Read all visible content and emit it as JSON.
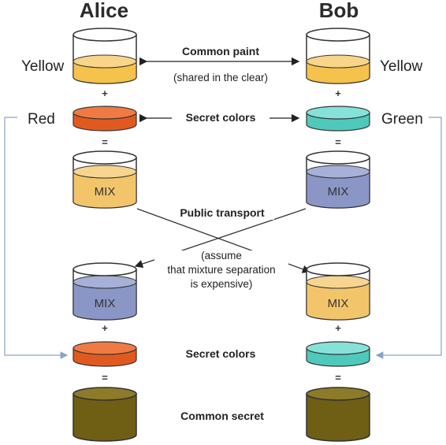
{
  "participants": {
    "alice": "Alice",
    "bob": "Bob"
  },
  "labels": {
    "yellow_left": "Yellow",
    "yellow_right": "Yellow",
    "red": "Red",
    "green": "Green",
    "common_paint": "Common paint",
    "shared_clear": "(shared in the clear)",
    "secret_colors_top": "Secret colors",
    "public_transport": "Public transport",
    "assume_1": "(assume",
    "assume_2": "that mixture separation",
    "assume_3": "is expensive)",
    "secret_colors_bottom": "Secret colors",
    "common_secret": "Common secret",
    "mix": "MIX",
    "plus": "+",
    "equals": "="
  },
  "colors": {
    "yellow": "#f5c24c",
    "red": "#e8652a",
    "teal": "#63d3c7",
    "mix_orange": "#f3c56b",
    "mix_blue": "#8a96c6",
    "olive": "#7a6a1f",
    "arrow": "#8aa2c8",
    "line": "#333333"
  }
}
